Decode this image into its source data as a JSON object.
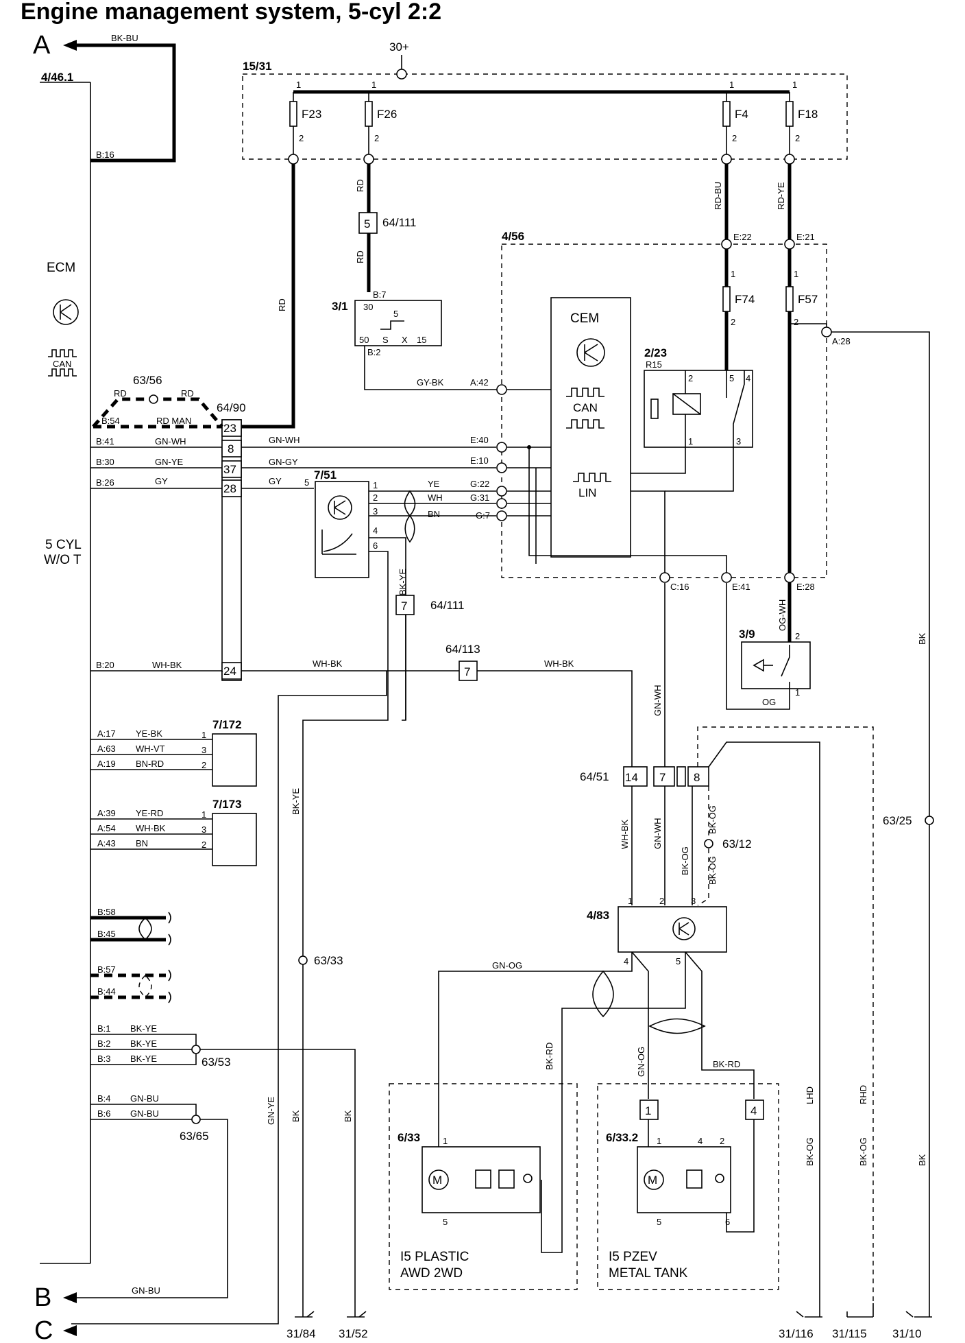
{
  "title": "Engine management system, 5-cyl 2:2",
  "connectors_out": {
    "a": "A",
    "b": "B",
    "c": "C"
  },
  "ecm": {
    "ref": "4/46.1",
    "name": "ECM",
    "can_label": "CAN",
    "variant_line1": "5 CYL",
    "variant_line2": "W/O T"
  },
  "supply": {
    "label": "30+"
  },
  "fuse_box": {
    "ref": "15/31",
    "fuses": [
      "F23",
      "F26",
      "F4",
      "F18"
    ]
  },
  "cem": {
    "ref": "4/56",
    "name": "CEM",
    "can": "CAN",
    "lin": "LIN",
    "fuses": [
      "F74",
      "F57"
    ]
  },
  "relay": {
    "ref": "2/23",
    "sub": "R15"
  },
  "ignition": {
    "ref": "3/1",
    "pins": [
      "30",
      "50",
      "S",
      "X",
      "15"
    ],
    "pin5": "5",
    "b7": "B:7",
    "b2": "B:2"
  },
  "wire_colors": {
    "bk_bu": "BK-BU",
    "rd": "RD",
    "rd_bu": "RD-BU",
    "rd_ye": "RD-YE",
    "gy_bk": "GY-BK",
    "gn_wh": "GN-WH",
    "gn_ye": "GN-YE",
    "gn_gy": "GN-GY",
    "gy": "GY",
    "ye": "YE",
    "wh": "WH",
    "bn": "BN",
    "wh_bk": "WH-BK",
    "bk_ye": "BK-YE",
    "og_wh": "OG-WH",
    "og": "OG",
    "bk": "BK",
    "gn_og": "GN-OG",
    "bk_rd": "BK-RD",
    "bk_og": "BK-OG",
    "gn_bu": "GN-BU",
    "ye_bk": "YE-BK",
    "wh_vt": "WH-VT",
    "bn_rd": "BN-RD",
    "ye_rd": "YE-RD",
    "rd_man": "RD MAN"
  },
  "pins": {
    "b16": "B:16",
    "b54": "B:54",
    "b41": "B:41",
    "b30": "B:30",
    "b26": "B:26",
    "b20": "B:20",
    "a17": "A:17",
    "a63": "A:63",
    "a19": "A:19",
    "a39": "A:39",
    "a54": "A:54",
    "a43": "A:43",
    "b58": "B:58",
    "b45": "B:45",
    "b57": "B:57",
    "b44": "B:44",
    "b1": "B:1",
    "b2": "B:2",
    "b3": "B:3",
    "b4": "B:4",
    "b6": "B:6",
    "a42": "A:42",
    "e40": "E:40",
    "e10": "E:10",
    "g22": "G:22",
    "g31": "G:31",
    "g7": "G:7",
    "e22": "E:22",
    "e21": "E:21",
    "a28": "A:28",
    "c16": "C:16",
    "e41": "E:41",
    "e28": "E:28"
  },
  "connector_6490": {
    "ref": "64/90",
    "pins": [
      "23",
      "8",
      "37",
      "28",
      "24"
    ]
  },
  "splices": [
    "63/56",
    "63/53",
    "63/65",
    "63/12",
    "63/33",
    "63/25"
  ],
  "conn_64111a": {
    "ref": "64/111",
    "pin": "5"
  },
  "conn_64111b": {
    "ref": "64/111",
    "pin": "7"
  },
  "conn_64113": {
    "ref": "64/113",
    "pin": "7"
  },
  "conn_6451": {
    "ref": "64/51",
    "pins": [
      "14",
      "7",
      "8"
    ]
  },
  "module_751": {
    "ref": "7/51"
  },
  "sensor_7172": {
    "ref": "7/172"
  },
  "sensor_7173": {
    "ref": "7/173"
  },
  "switch_39": {
    "ref": "3/9"
  },
  "module_483": {
    "ref": "4/83"
  },
  "pump_633": {
    "ref": "6/33",
    "note1": "I5 PLASTIC",
    "note2": "AWD 2WD"
  },
  "pump_6332": {
    "ref": "6/33.2",
    "note1": "I5 PZEV",
    "note2": "METAL TANK",
    "conn1": "1",
    "conn4": "4"
  },
  "hand": {
    "lhd": "LHD",
    "rhd": "RHD"
  },
  "grounds": [
    "31/84",
    "31/52",
    "31/116",
    "31/115",
    "31/10"
  ],
  "small_pins": {
    "p1": "1",
    "p2": "2",
    "p3": "3",
    "p4": "4",
    "p5": "5",
    "p6": "6"
  }
}
